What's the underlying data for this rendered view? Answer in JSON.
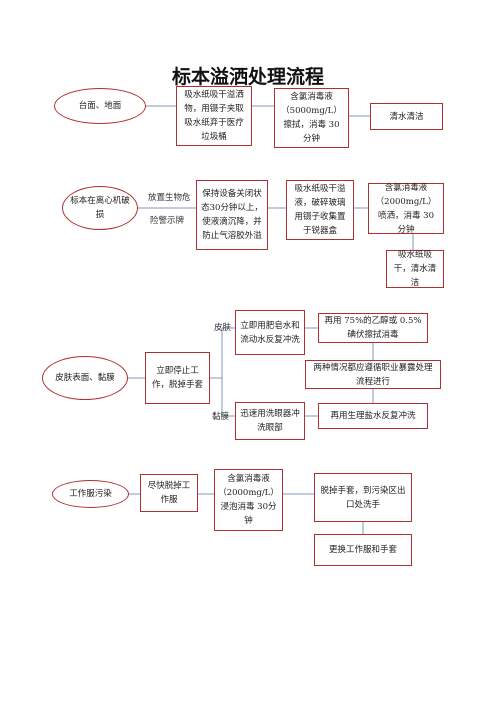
{
  "title": "标本溢洒处理流程",
  "section1": {
    "start": "台面、地面",
    "step1": "吸水纸吸干溢洒物，用镊子夹取吸水纸弃于医疗垃圾桶",
    "step2": "含氯消毒液（5000mg/L）擦拭，消毒 30 分钟",
    "step3": "清水清洁"
  },
  "section2": {
    "start": "标本在离心机破损",
    "label_top": "放置生物危",
    "label_bottom": "险警示牌",
    "step1": "保持设备关闭状态30分钟以上，使液滴沉降，并防止气溶胶外溢",
    "step2": "吸水纸吸干溢液，破碎玻璃用镊子收集置于锐器盒",
    "step3": "含氯消毒液（2000mg/L）喷洒，消毒 30 分钟",
    "step4": "吸水纸吸干，清水清洁"
  },
  "section3": {
    "start": "皮肤表面、黏膜",
    "step1": "立即停止工作，脱掉手套",
    "branch_skin": "皮肤",
    "branch_mucosa": "黏膜",
    "skin_step": "立即用肥皂水和流动水反复冲洗",
    "skin_disinfect": "再用 75%的乙醇或 0.5%碘伏擦拭消毒",
    "report": "两种情况都应遵循职业暴露处理流程进行",
    "mucosa_step": "迅速用洗眼器冲洗眼部",
    "mucosa_rinse": "再用生理盐水反复冲洗"
  },
  "section4": {
    "start": "工作服污染",
    "step1": "尽快脱掉工作服",
    "step2": "含氯消毒液（2000mg/L）浸泡消毒 30分钟",
    "step3": "脱掉手套，到污染区出口处洗手",
    "step4": "更换工作服和手套"
  }
}
